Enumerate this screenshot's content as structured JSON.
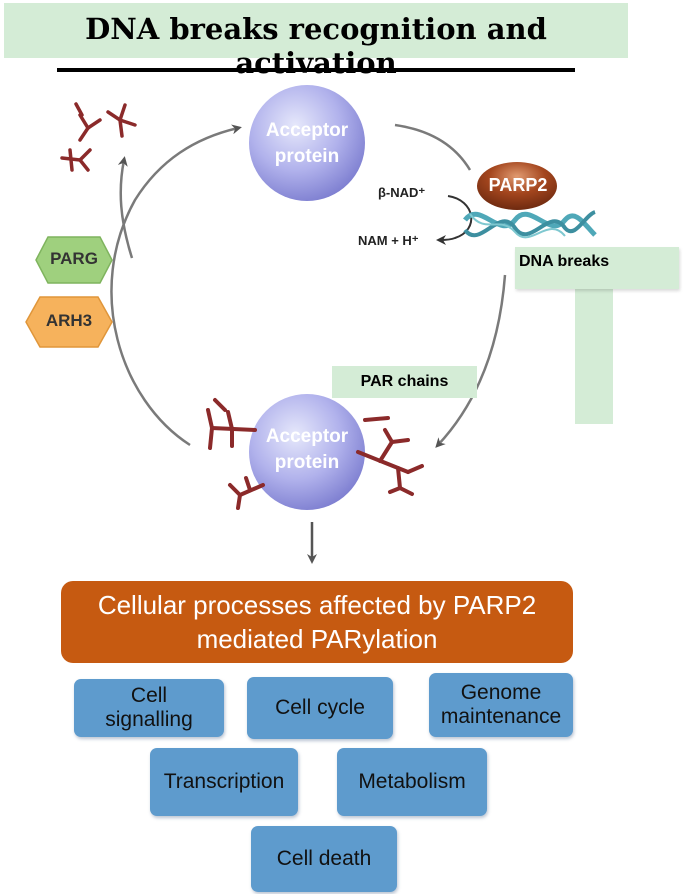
{
  "title": "DNA breaks recognition and activation",
  "acceptor_top": {
    "line1": "Acceptor",
    "line2": "protein"
  },
  "acceptor_bottom": {
    "line1": "Acceptor",
    "line2": "protein"
  },
  "parp2": "PARP2",
  "nad": "β-NAD⁺",
  "nam": "NAM + H⁺",
  "dna_breaks": "DNA breaks",
  "par_chains": "PAR chains",
  "parg": "PARG",
  "arh3": "ARH3",
  "processes": {
    "line1": "Cellular processes affected by PARP2",
    "line2": "mediated PARylation"
  },
  "process_boxes": {
    "cell_signalling": {
      "line1": "Cell",
      "line2": "signalling"
    },
    "cell_cycle": "Cell cycle",
    "genome_maintenance": {
      "line1": "Genome",
      "line2": "maintenance"
    },
    "transcription": "Transcription",
    "metabolism": "Metabolism",
    "cell_death": "Cell death"
  },
  "colors": {
    "title_bg": "#d4ecd6",
    "sphere": "#a9a7e6",
    "parp2": "#a4461e",
    "parg": "#9fd07e",
    "arh3": "#f6b25c",
    "par_chain": "#8b2a2a",
    "processes_bg": "#c65a11",
    "process_box": "#5e9bcd",
    "dna": "#4fa8b8"
  }
}
